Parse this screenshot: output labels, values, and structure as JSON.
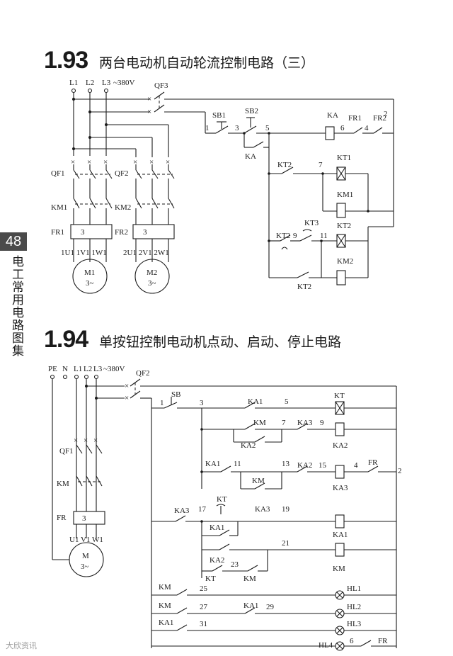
{
  "section1": {
    "number": "1.93",
    "title": "两台电动机自动轮流控制电路（三）"
  },
  "section2": {
    "number": "1.94",
    "title": "单按钮控制电动机点动、启动、停止电路"
  },
  "side": {
    "page": "48",
    "book_title": "电工常用电路图集"
  },
  "watermark": "大欣资讯",
  "d1": {
    "L1": "L1",
    "L2": "L2",
    "L3": "L3",
    "voltage": "~380V",
    "QF3": "QF3",
    "QF1": "QF1",
    "QF2": "QF2",
    "KM1": "KM1",
    "KM2": "KM2",
    "FR1": "FR1",
    "FR2": "FR2",
    "fr_box": "3",
    "m1_terms": "1U1 1V1 1W1",
    "m2_terms": "2U1 2V1 2W1",
    "M1": "M1",
    "M2": "M2",
    "m_phase": "3~",
    "SB1": "SB1",
    "SB2": "SB2",
    "KA": "KA",
    "KA_contact": "KA",
    "FR1c": "FR1",
    "FR2c": "FR2",
    "KT1": "KT1",
    "KT2": "KT2",
    "KT3": "KT3",
    "KM1coil": "KM1",
    "KM2coil": "KM2",
    "KT2a": "KT2",
    "KT2b": "KT2",
    "KT2c": "KT2",
    "n1": "1",
    "n2": "2",
    "n3": "3",
    "n4": "4",
    "n5": "5",
    "n6": "6",
    "n7": "7",
    "n9": "9",
    "n11": "11"
  },
  "d2": {
    "PE": "PE",
    "N": "N",
    "L1": "L1",
    "L2": "L2",
    "L3": "L3",
    "voltage": "~380V",
    "QF2": "QF2",
    "QF1": "QF1",
    "KM": "KM",
    "FR": "FR",
    "fr_box": "3",
    "terms": "U1 V1 W1",
    "M": "M",
    "m_phase": "3~",
    "SB": "SB",
    "KT": "KT",
    "KA1": "KA1",
    "KA2": "KA2",
    "KA3": "KA3",
    "n1": "1",
    "n2": "2",
    "n3": "3",
    "n4": "4",
    "n5": "5",
    "n6": "6",
    "n7": "7",
    "n9": "9",
    "n11": "11",
    "n13": "13",
    "n15": "15",
    "n17": "17",
    "n19": "19",
    "n21": "21",
    "n23": "23",
    "n25": "25",
    "n27": "27",
    "n29": "29",
    "n31": "31",
    "HL1": "HL1",
    "HL2": "HL2",
    "HL3": "HL3",
    "HL4": "HL4"
  }
}
